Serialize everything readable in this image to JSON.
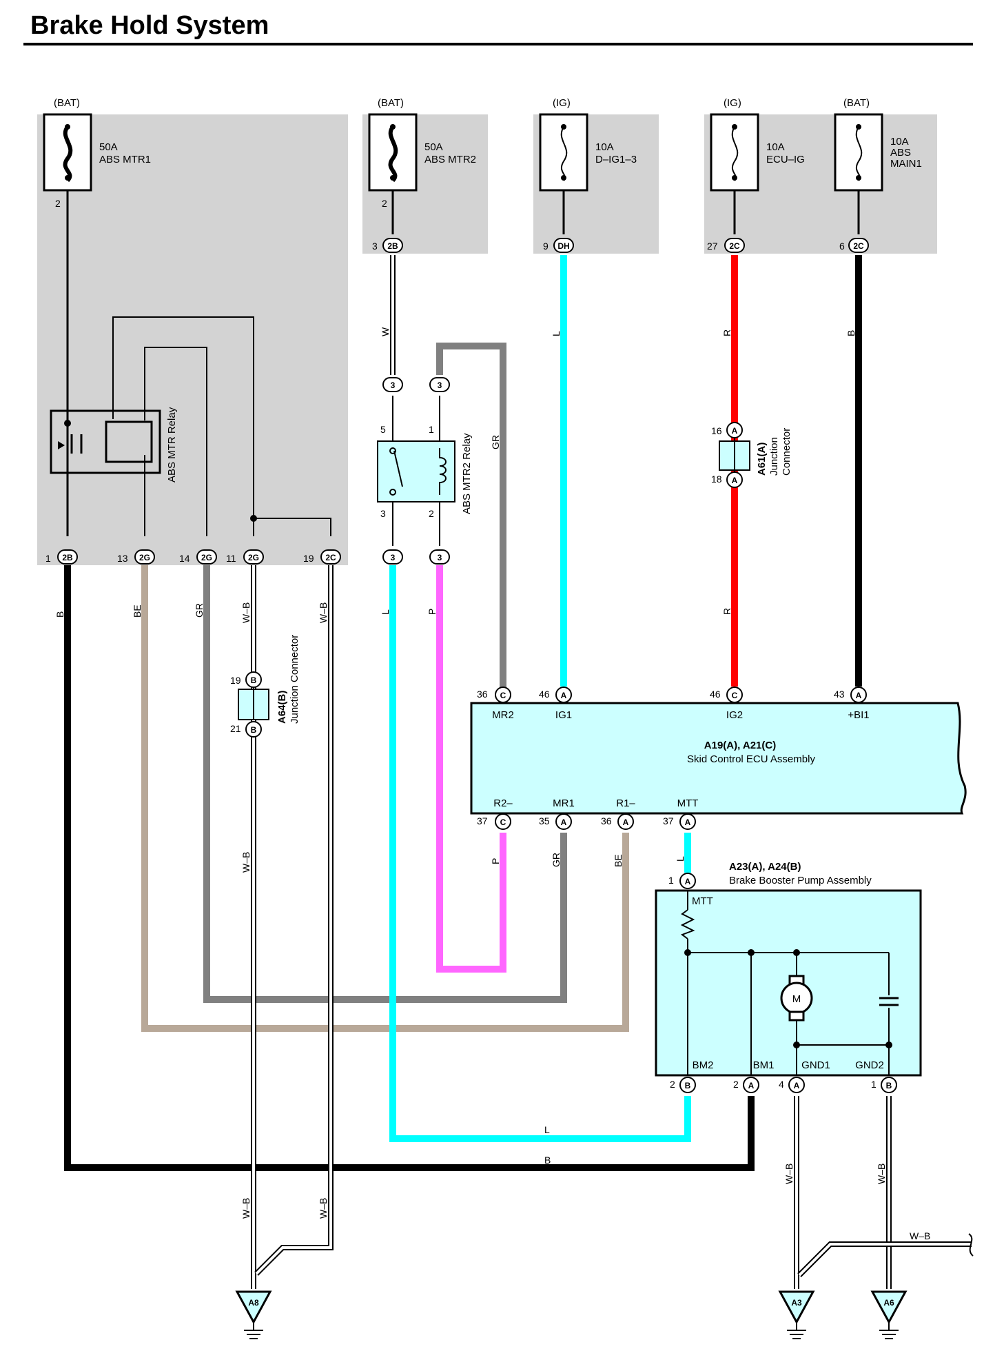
{
  "title": "Brake Hold System",
  "colors": {
    "panel": "#d3d3d3",
    "component_fill": "#ccffff",
    "wire_B": "#000000",
    "wire_BE": "#b8a898",
    "wire_GR": "#808080",
    "wire_L": "#00ffff",
    "wire_P": "#ff66ff",
    "wire_R": "#ff0000"
  },
  "fuses": [
    {
      "source": "(BAT)",
      "amps": "50A",
      "name": "ABS MTR1",
      "pin": "2"
    },
    {
      "source": "(BAT)",
      "amps": "50A",
      "name": "ABS MTR2",
      "pin": "2",
      "conn_pin": "3",
      "conn": "2B"
    },
    {
      "source": "(IG)",
      "amps": "10A",
      "name": "D–IG1–3",
      "conn_pin": "9",
      "conn": "DH"
    },
    {
      "source": "(IG)",
      "amps": "10A",
      "name": "ECU–IG",
      "conn_pin": "27",
      "conn": "2C"
    },
    {
      "source": "(BAT)",
      "amps": "10A",
      "name1": "ABS",
      "name2": "MAIN1",
      "conn_pin": "6",
      "conn": "2C"
    }
  ],
  "relay1": {
    "name": "ABS MTR Relay"
  },
  "relay2": {
    "name": "ABS MTR2 Relay",
    "pins": [
      "5",
      "1",
      "3",
      "2"
    ],
    "conn": "3"
  },
  "jb_bottom": [
    {
      "pin": "1",
      "conn": "2B"
    },
    {
      "pin": "13",
      "conn": "2G"
    },
    {
      "pin": "14",
      "conn": "2G"
    },
    {
      "pin": "11",
      "conn": "2G"
    },
    {
      "pin": "19",
      "conn": "2C"
    }
  ],
  "junction_a61": {
    "id": "A61(A)",
    "name1": "Junction",
    "name2": "Connector",
    "pin_top": "16",
    "pin_bottom": "18",
    "conn": "A"
  },
  "junction_a64": {
    "id": "A64(B)",
    "name": "Junction Connector",
    "pin_top": "19",
    "pin_bottom": "21",
    "conn": "B"
  },
  "ecu": {
    "id": "A19(A), A21(C)",
    "name": "Skid Control ECU Assembly",
    "top_pins": [
      {
        "pin": "36",
        "conn": "C",
        "label": "MR2"
      },
      {
        "pin": "46",
        "conn": "A",
        "label": "IG1"
      },
      {
        "pin": "46",
        "conn": "C",
        "label": "IG2"
      },
      {
        "pin": "43",
        "conn": "A",
        "label": "+BI1"
      }
    ],
    "bottom_pins": [
      {
        "pin": "37",
        "conn": "C",
        "label": "R2–"
      },
      {
        "pin": "35",
        "conn": "A",
        "label": "MR1"
      },
      {
        "pin": "36",
        "conn": "A",
        "label": "R1–"
      },
      {
        "pin": "37",
        "conn": "A",
        "label": "MTT"
      }
    ]
  },
  "pump": {
    "id": "A23(A), A24(B)",
    "name": "Brake Booster Pump Assembly",
    "top_pin": "1",
    "top_conn": "A",
    "top_label": "MTT",
    "motor": "M",
    "bottom_pins": [
      {
        "pin": "2",
        "conn": "B",
        "label": "BM2"
      },
      {
        "pin": "2",
        "conn": "A",
        "label": "BM1"
      },
      {
        "pin": "4",
        "conn": "A",
        "label": "GND1"
      },
      {
        "pin": "1",
        "conn": "B",
        "label": "GND2"
      }
    ]
  },
  "wire_labels": {
    "B": "B",
    "BE": "BE",
    "GR": "GR",
    "WB": "W–B",
    "L": "L",
    "P": "P",
    "W": "W",
    "R": "R"
  },
  "grounds": [
    "A8",
    "A3",
    "A6"
  ]
}
